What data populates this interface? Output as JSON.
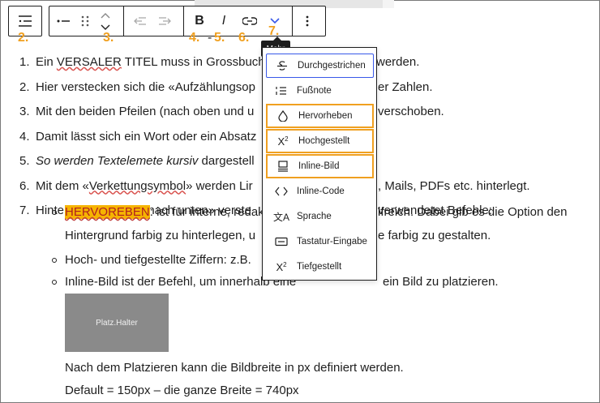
{
  "toolbar": {
    "number_labels": [
      "2.",
      "3.",
      "4.",
      "5.",
      "6.",
      "7."
    ],
    "bold_label": "B",
    "italic_label": "I",
    "tooltip": "Mehr"
  },
  "list": [
    {
      "num": "1.",
      "text": "Ein VERSALER TITEL muss in Grossbuch",
      "tail": "werden."
    },
    {
      "num": "2.",
      "text": "Hier verstecken sich die «Aufzählungsop",
      "tail": "er Zahlen."
    },
    {
      "num": "3.",
      "text": "Mit den beiden Pfeilen (nach oben und u",
      "tail": "verschoben."
    },
    {
      "num": "4.",
      "text": "Damit lässt sich ein Wort oder ein Absatz",
      "tail": ""
    },
    {
      "num": "5.",
      "text_italic": "So werden Textelemete kursiv",
      "text": " dargestell",
      "tail": ""
    },
    {
      "num": "6.",
      "text": "Mit dem «Verkettungsymbol» werden Lir",
      "tail": ", Mails, PDFs etc. hinterlegt."
    },
    {
      "num": "7.",
      "text": "Hinter diesem Pfeil «nach unten» verste",
      "tail": "verwendetet Befehle:"
    }
  ],
  "sublist": {
    "item1_highlight": "HERVOREBEN",
    "item1_a": ": ist für interne, redak",
    "item1_b": "lfreich. Dabei gib es die Option den",
    "item1_line2a": "Hintergrund farbig zu hinterlegen, u",
    "item1_line2b": "e farbig zu gestalten.",
    "item2": "Hoch- und tiefgestellte Ziffern: z.B.",
    "item3a": "Inline-Bild ist der Befehl, um innerhalb eine",
    "item3b": "ein Bild zu platzieren.",
    "placeholder": "Platz.Halter",
    "para1": "Nach dem Platzieren kann die Bildbreite in px definiert werden.",
    "para2": "Default = 150px – die ganze Breite = 740px"
  },
  "menu": [
    {
      "label": "Durchgestrichen",
      "icon": "strikethrough-icon",
      "glyph": "S̶"
    },
    {
      "label": "Fußnote",
      "icon": "footnote-icon",
      "glyph": "⁝☰"
    },
    {
      "label": "Hervorheben",
      "icon": "droplet-icon",
      "glyph": "◊"
    },
    {
      "label": "Hochgestellt",
      "icon": "superscript-icon",
      "glyph": "X²"
    },
    {
      "label": "Inline-Bild",
      "icon": "inline-image-icon",
      "glyph": "⊟"
    },
    {
      "label": "Inline-Code",
      "icon": "code-icon",
      "glyph": "‹ ›"
    },
    {
      "label": "Sprache",
      "icon": "language-icon",
      "glyph": "文A"
    },
    {
      "label": "Tastatur-Eingabe",
      "icon": "keyboard-icon",
      "glyph": "▭"
    },
    {
      "label": "Tiefgestellt",
      "icon": "subscript-icon",
      "glyph": "X₂"
    }
  ],
  "colors": {
    "accent": "#3858e9",
    "callout": "#f0a020",
    "highlight": "#f6b400"
  }
}
